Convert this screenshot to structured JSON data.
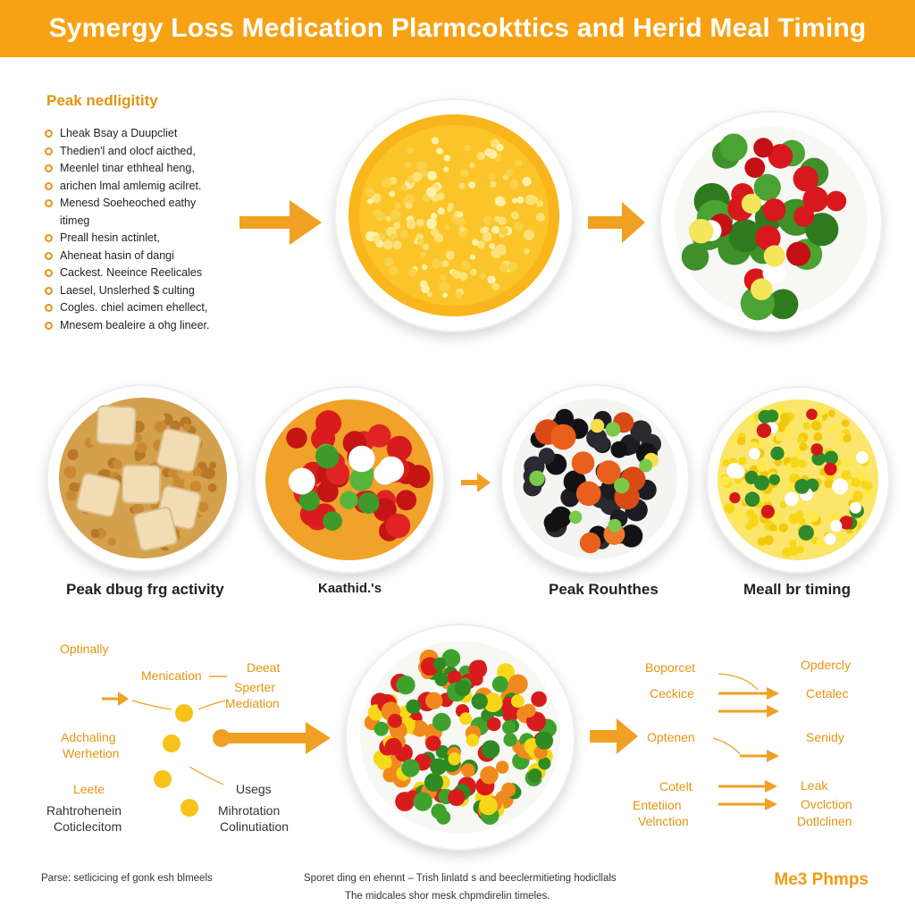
{
  "header": {
    "title": "Symergy Loss Medication Plarmcokttics and Herid Meal Timing"
  },
  "peak_section": {
    "heading": "Peak nedligitity",
    "items": [
      "Lheak Bsay a Duupcliet",
      "Thedien'l and olocf aicthed,",
      "Meenlel tinar ethheal heng,",
      "arichen lmal amlemig acilret.",
      "Menesd Soeheoched eathy",
      "itimeg",
      "Preall hesin actinlet,",
      "Aheneat hasin of dangi",
      "Cackest. Neeince Reelicales",
      "Laesel, Unslerhed $ culting",
      "Cogles. chiel acimen ehellect,",
      "Mnesem bealeire a ohg lineer."
    ]
  },
  "food_labels": {
    "one": "Peak dbug frg activity",
    "two": "Kaathid.'s",
    "three": "Peak Rouhthes",
    "four": "Meall br timing"
  },
  "diagram": {
    "left": {
      "optinally": "Optinally",
      "menication": "Menication",
      "deeat": "Deeat",
      "sperter": "Sperter",
      "mediation": "Mediation",
      "adchaling": "Adchaling",
      "werhetion": "Werhetion",
      "leete": "Leete",
      "rahtrohenein": "Rahtrohenein",
      "coticlecitom": "Coticlecitom",
      "usegs": "Usegs",
      "mihrotation": "Mihrotation",
      "colinutiation": "Colinutiation"
    },
    "right": {
      "boporcet": "Boporcet",
      "opdercly": "Opdercly",
      "ceckice": "Ceckice",
      "cetalec": "Cetalec",
      "optenen": "Optenen",
      "senidy": "Senidy",
      "cotelt": "Cotelt",
      "leak": "Leak",
      "entetiion": "Entetiion",
      "ovclction": "Ovclction",
      "velnction": "Velnction",
      "dotlclinen": "Dotlclinen"
    }
  },
  "footer": {
    "left": "Parse: setlicicing ef gonk esh blmeels",
    "center": "Sporet ding en ehennt – Trish linlatd s and beeclermitieting hodicllals",
    "bottom": "The midcales shor mesk chpmdirelin timeles.",
    "brand": "Me3 Phmps"
  },
  "colors": {
    "accent": "#f6a214",
    "accent_text": "#e4940f"
  }
}
